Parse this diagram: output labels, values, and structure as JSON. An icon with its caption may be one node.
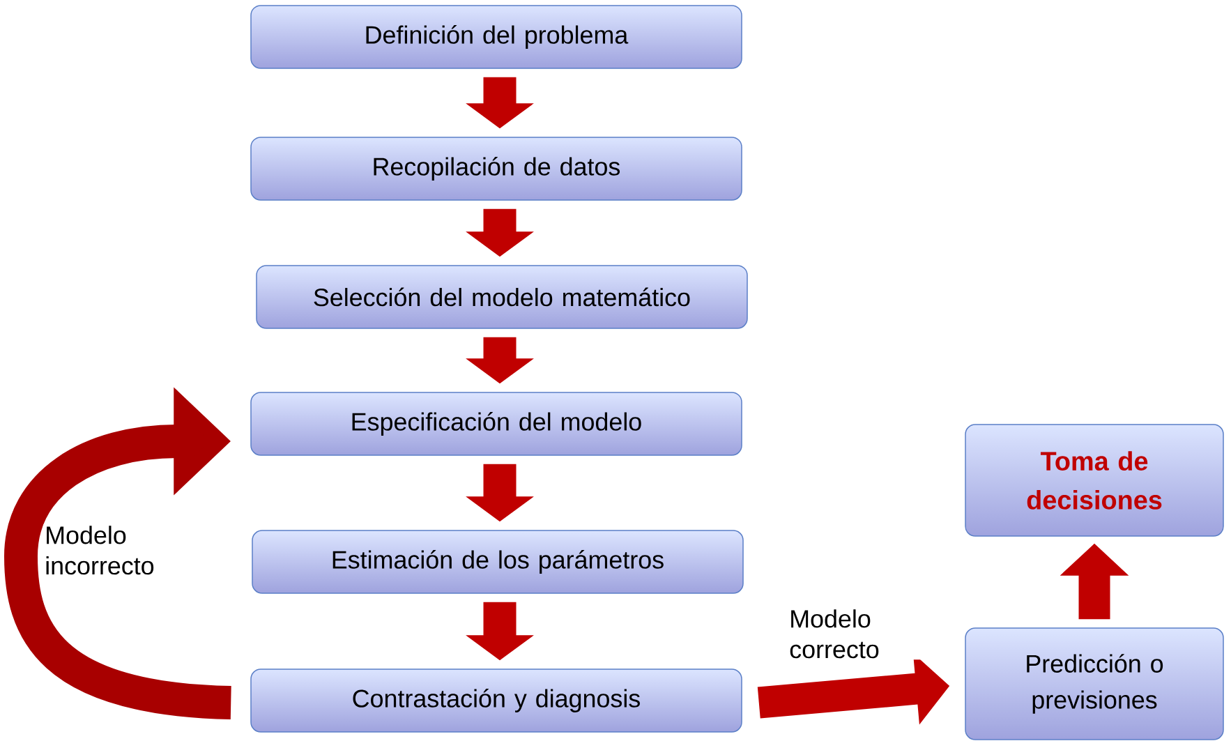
{
  "diagram": {
    "nodes": [
      {
        "text": [
          "Definición del problema"
        ]
      },
      {
        "text": [
          "Recopilación de datos"
        ]
      },
      {
        "text": [
          "Selección del modelo matemático"
        ]
      },
      {
        "text": [
          "Especificación del modelo"
        ]
      },
      {
        "text": [
          "Estimación de los parámetros"
        ]
      },
      {
        "text": [
          "Contrastación y diagnosis"
        ]
      },
      {
        "text": [
          "Toma de decisiones"
        ]
      },
      {
        "text": [
          "Predicción o previsiones"
        ]
      }
    ],
    "edges": [
      {
        "from": 0,
        "to": 1,
        "arrow": "to"
      },
      {
        "from": 1,
        "to": 2,
        "arrow": "to"
      },
      {
        "from": 2,
        "to": 3,
        "arrow": "to"
      },
      {
        "from": 3,
        "to": 4,
        "arrow": "to"
      },
      {
        "from": 4,
        "to": 5,
        "arrow": "to"
      },
      {
        "from": 5,
        "to": 3,
        "arrow": "to",
        "label": "Modelo incorrecto"
      },
      {
        "from": 5,
        "to": 7,
        "arrow": "to",
        "label": "Modelo correcto"
      },
      {
        "from": 7,
        "to": 6,
        "arrow": "to"
      }
    ]
  }
}
